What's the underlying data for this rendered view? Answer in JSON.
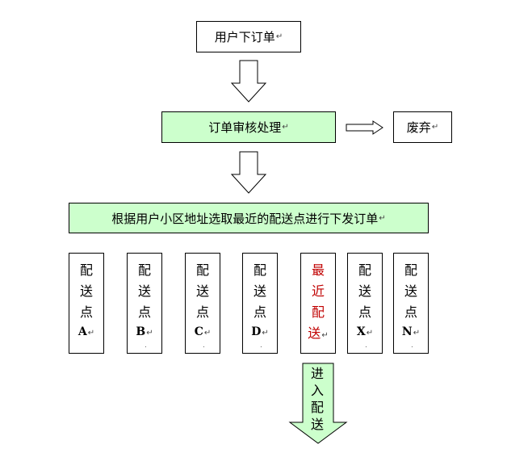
{
  "nodes": {
    "place_order": "用户下订单",
    "review": "订单审核处理",
    "discard": "废弃",
    "dispatch": "根据用户小区地址选取最近的配送点进行下发订单"
  },
  "points": [
    {
      "chars": [
        "配",
        "送",
        "点"
      ],
      "letter": "A",
      "highlight": false
    },
    {
      "chars": [
        "配",
        "送",
        "点"
      ],
      "letter": "B",
      "highlight": false
    },
    {
      "chars": [
        "配",
        "送",
        "点"
      ],
      "letter": "C",
      "highlight": false
    },
    {
      "chars": [
        "配",
        "送",
        "点"
      ],
      "letter": "D",
      "highlight": false
    },
    {
      "chars": [
        "最",
        "近",
        "配",
        "送"
      ],
      "letter": "",
      "highlight": true
    },
    {
      "chars": [
        "配",
        "送",
        "点"
      ],
      "letter": "X",
      "highlight": false
    },
    {
      "chars": [
        "配",
        "送",
        "点"
      ],
      "letter": "N",
      "highlight": false
    }
  ],
  "final_arrow": {
    "chars": [
      "进",
      "入",
      "配",
      "送"
    ]
  },
  "colors": {
    "green_fill": "#ccffcc",
    "highlight_text": "#c00000"
  },
  "paragraph_mark": "↵"
}
